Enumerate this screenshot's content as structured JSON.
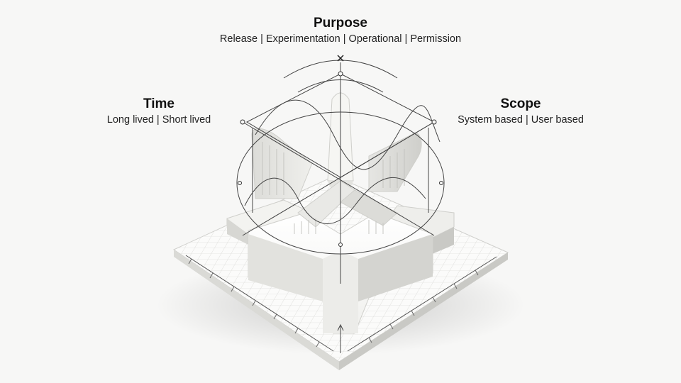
{
  "purpose": {
    "title": "Purpose",
    "options": "Release | Experimentation | Operational | Permission"
  },
  "time": {
    "title": "Time",
    "options": "Long lived | Short lived"
  },
  "scope": {
    "title": "Scope",
    "options": "System based | User based"
  }
}
